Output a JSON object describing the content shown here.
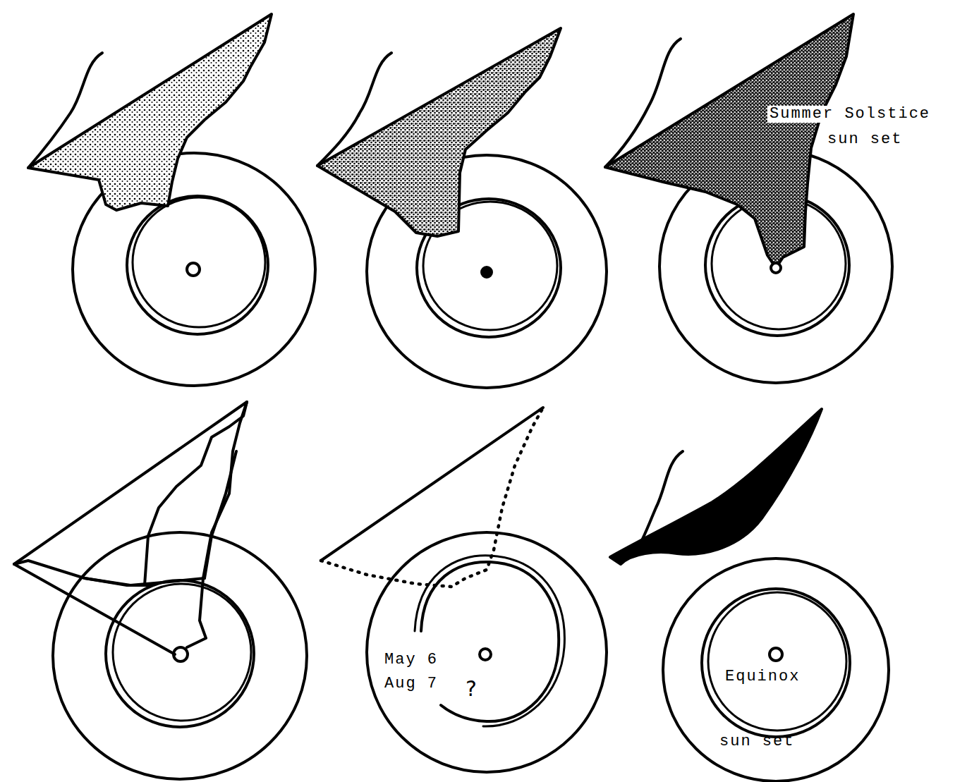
{
  "diagram": {
    "labels": [
      "Summer Solstice",
      "sun set",
      "May 6",
      "Aug 7",
      "?",
      "Equinox",
      "sun set"
    ]
  }
}
